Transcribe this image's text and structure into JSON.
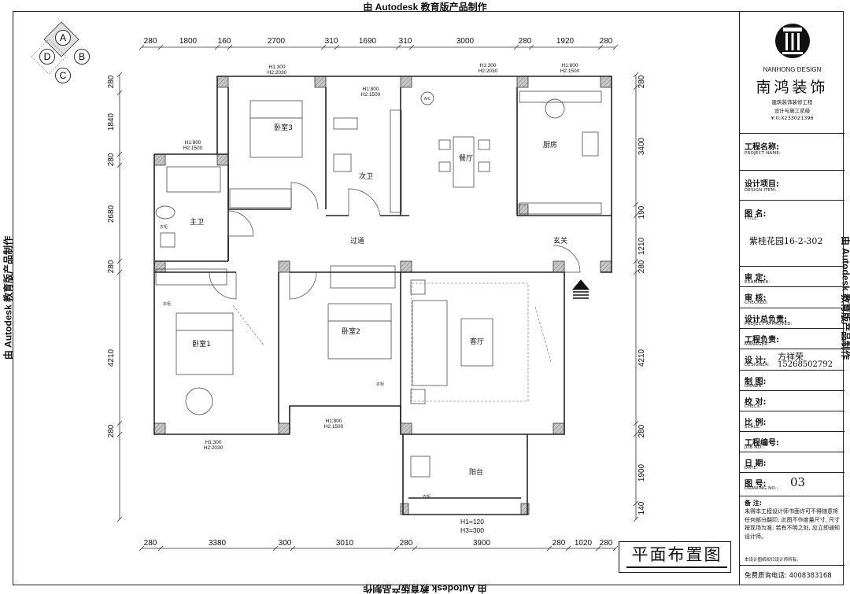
{
  "watermark": {
    "text": "由 Autodesk 教育版产品制作"
  },
  "compass": [
    "A",
    "B",
    "C",
    "D"
  ],
  "dimensions": {
    "top": [
      "280",
      "1800",
      "160",
      "2700",
      "310",
      "1690",
      "310",
      "3000",
      "280",
      "1920",
      "280"
    ],
    "bottom": [
      "280",
      "3380",
      "300",
      "3010",
      "280",
      "3900",
      "280",
      "1020",
      "280"
    ],
    "left": [
      "280",
      "1840",
      "280",
      "2680",
      "280",
      "4210",
      "280"
    ],
    "right": [
      "280",
      "3400",
      "190",
      "1210",
      "280",
      "4210",
      "280",
      "1900",
      "140"
    ]
  },
  "rooms": {
    "bedroom3": "卧室3",
    "second_bath": "次卫",
    "dining": "餐厅",
    "kitchen": "厨房",
    "master_bath": "主卫",
    "corridor": "过道",
    "entrance": "玄关",
    "bedroom1": "卧室1",
    "bedroom2": "卧室2",
    "living": "客厅",
    "balcony": "阳台"
  },
  "window_notes": {
    "w1_h1": "H1:300",
    "w1_h2": "H2:2030",
    "w2_h1": "H1:800",
    "w2_h2": "H2:1500",
    "w3_h1": "H1:300",
    "w3_h2": "H2:2030",
    "w4_h1": "H1:800",
    "w4_h2": "H2:1500",
    "w5_h1": "H1:800",
    "w5_h2": "H2:1500",
    "w6_h1": "H1:300",
    "w6_h2": "H2:2030",
    "w7_h1": "H1:800",
    "w7_h2": "H2:1500",
    "balcony_h1": "H1=120",
    "balcony_h3": "H3=300"
  },
  "small_labels": {
    "ac": "A/C",
    "cabinet": "衣柜"
  },
  "title_block": {
    "brand_en": "NANHONG DESIGN",
    "brand_cn": "南鸿装饰",
    "brand_line1": "建筑装饰装修工程",
    "brand_line2": "设计与施工贰级",
    "brand_line3": "¥:0:X233021396",
    "project_name_label": "工程名称:",
    "project_name_sub": "PROJECT NAME:",
    "design_item_label": "设计项目:",
    "design_item_sub": "DESIGN ITEM:",
    "title_label": "图    名:",
    "title_sub": "TITLE:",
    "title_value": "紫桂花园16-2-302",
    "examiner_label": "审    定:",
    "examiner_sub": "EXAMINER:",
    "checked_label": "审    核:",
    "checked_sub": "CHECKED:",
    "approved_label": "设计总负责:",
    "approved_sub": "PROJECT APPROVED:",
    "manager_label": "工程负责:",
    "manager_sub": "MANAGER:",
    "designer_label": "设    计:",
    "designer_sub": "DESIGNER:",
    "designer_name": "方祥荣",
    "designer_phone": "15268502792",
    "drawn_label": "制    图:",
    "drawn_sub": "DRAWN:",
    "check_label": "校    对:",
    "check_sub": "CHECK:",
    "scale_label": "比    例:",
    "scale_sub": "SCALE:",
    "job_label": "工程编号:",
    "job_sub": "JOB NO.:",
    "date_label": "日    期:",
    "date_sub": "DATE:",
    "drawing_no_label": "图    号:",
    "drawing_no_sub": "DRAWING NO.:",
    "drawing_no_value": "03",
    "notes_label": "备    注:",
    "notes_text": "未得本工程设计师书面许可不得随意将任何部分翻印; 此图不作度量尺寸, 尺寸按现场为准; 若有不明之处, 应立即通知设计师。",
    "notes_small": "本设计图纸权归设计师所有。",
    "hotline": "免费质询电话: 4008383168"
  },
  "plan_title": "平面布置图"
}
